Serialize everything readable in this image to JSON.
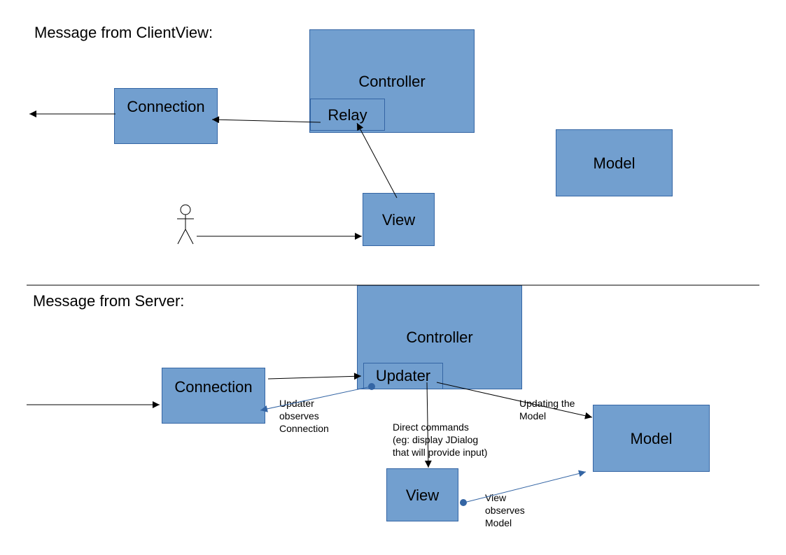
{
  "top": {
    "title": "Message from ClientView:",
    "controller_label": "Controller",
    "relay_label": "Relay",
    "connection_label": "Connection",
    "model_label": "Model",
    "view_label": "View"
  },
  "bottom": {
    "title": "Message from Server:",
    "controller_label": "Controller",
    "updater_label": "Updater",
    "connection_label": "Connection",
    "model_label": "Model",
    "view_label": "View",
    "note_updater_observes": "Updater\nobserves\nConnection",
    "note_direct_commands": "Direct commands\n(eg: display JDialog\nthat will provide input)",
    "note_updating_model": "Updating the\nModel",
    "note_view_observes": "View\nobserves\nModel"
  },
  "colors": {
    "box_fill": "#729fcf",
    "box_border": "#3465a4",
    "observer_line": "#3465a4",
    "arrow": "#000000"
  }
}
